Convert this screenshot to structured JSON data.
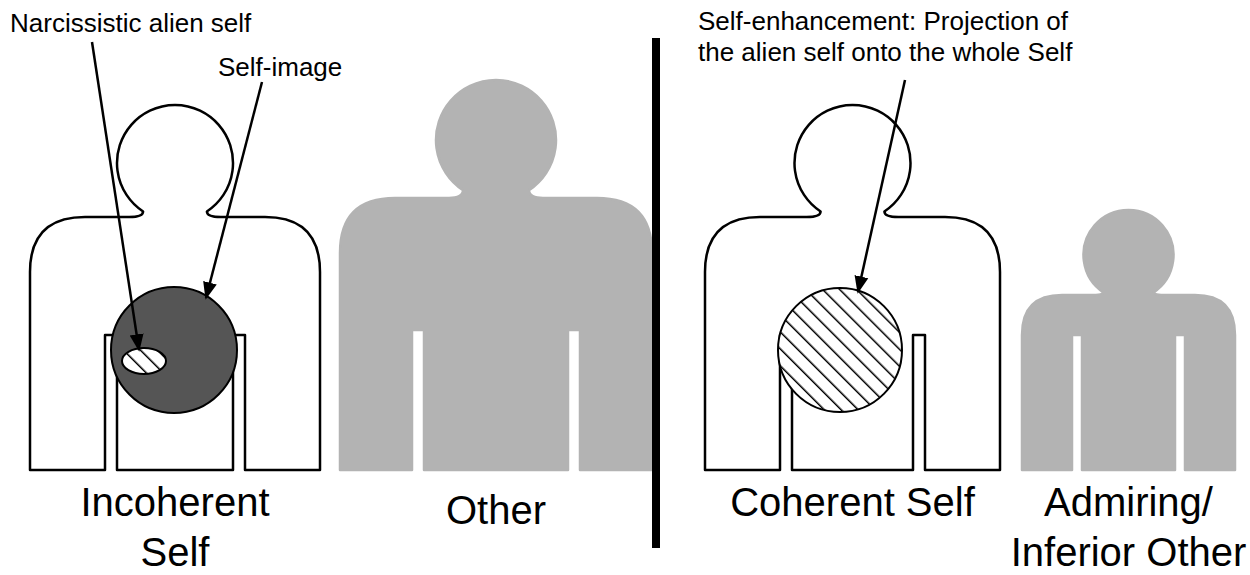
{
  "diagram": {
    "nodes": [
      {
        "text": [
          "Incoherent Self"
        ]
      },
      {
        "text": [
          "Other"
        ]
      },
      {
        "text": [
          "Coherent Self"
        ]
      },
      {
        "text": [
          "Admiring/ Inferior Other"
        ]
      }
    ],
    "labels": [
      "Narcissistic alien self",
      "Self-image",
      "Self-enhancement: Projection of the alien self onto the whole Self"
    ]
  }
}
